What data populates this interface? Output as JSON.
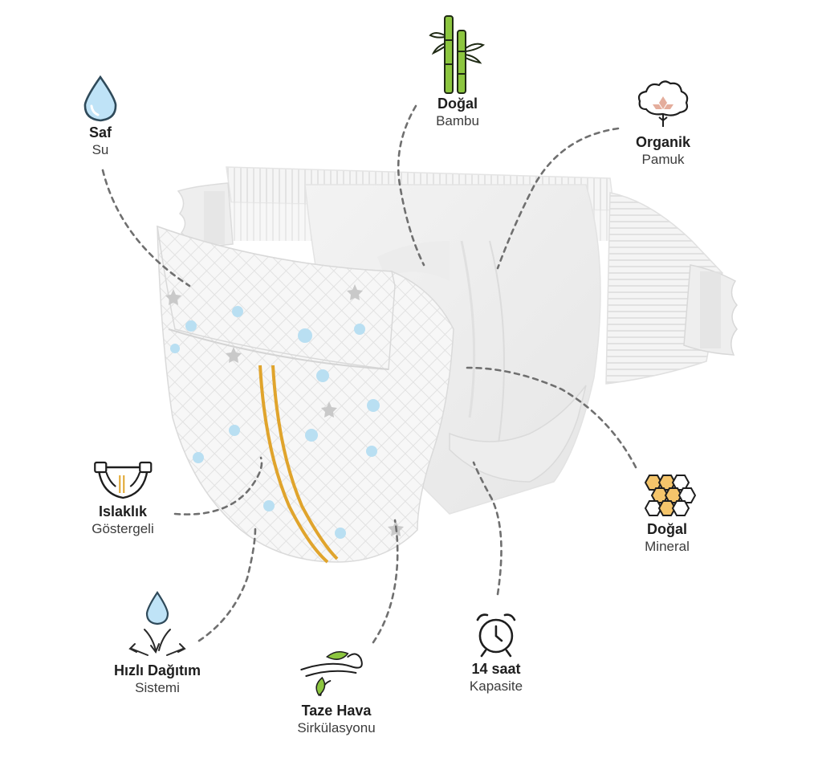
{
  "features": [
    {
      "id": "water",
      "title": "Saf",
      "subtitle": "Su",
      "icon": "water-drop-icon"
    },
    {
      "id": "bamboo",
      "title": "Doğal",
      "subtitle": "Bambu",
      "icon": "bamboo-icon"
    },
    {
      "id": "cotton",
      "title": "Organik",
      "subtitle": "Pamuk",
      "icon": "cotton-flower-icon"
    },
    {
      "id": "wetness",
      "title": "Islaklık",
      "subtitle": "Göstergeli",
      "icon": "diaper-indicator-icon"
    },
    {
      "id": "mineral",
      "title": "Doğal",
      "subtitle": "Mineral",
      "icon": "honeycomb-icon"
    },
    {
      "id": "distribution",
      "title": "Hızlı Dağıtım",
      "subtitle": "Sistemi",
      "icon": "drop-distribution-icon"
    },
    {
      "id": "capacity",
      "title": "14 saat",
      "subtitle": "Kapasite",
      "icon": "alarm-clock-icon"
    },
    {
      "id": "air",
      "title": "Taze Hava",
      "subtitle": "Sirkülasyonu",
      "icon": "fresh-air-leaf-icon"
    }
  ],
  "colors": {
    "water": "#bfe3f7",
    "water_stroke": "#2f4a5a",
    "bamboo": "#8cc63f",
    "cotton_flower": "#e4ad9c",
    "honeycomb": "#f5c56b",
    "indicator_stripe": "#e0a42c",
    "dots": "#b9dff2",
    "leader": "#6f6f6f",
    "leaf": "#8cc63f"
  }
}
